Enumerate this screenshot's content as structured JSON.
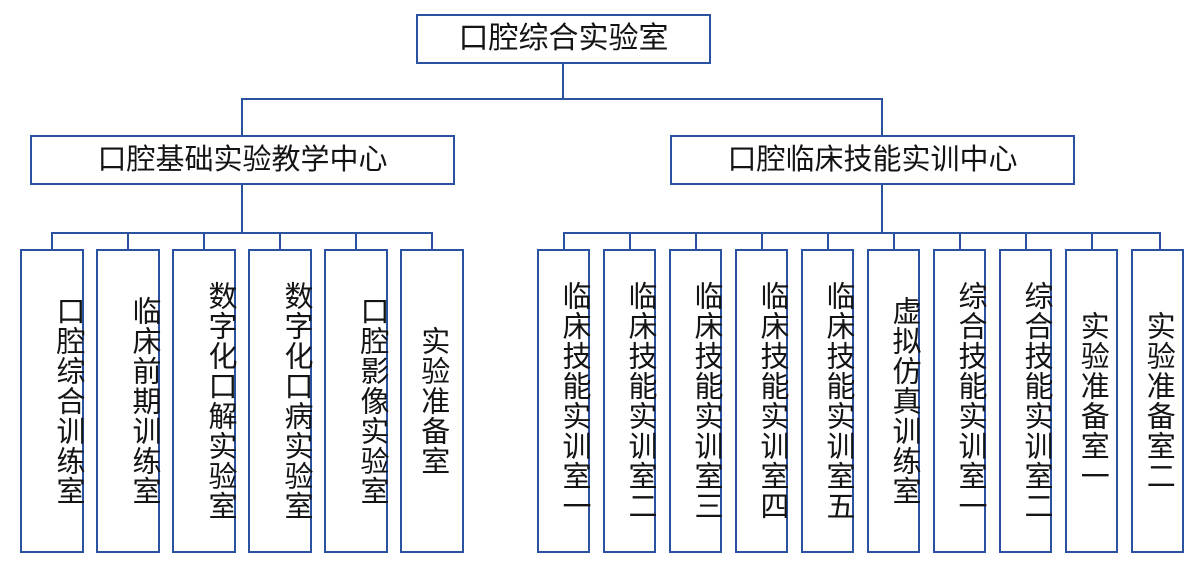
{
  "diagram": {
    "type": "organization-chart",
    "title": "口腔综合实验室",
    "accent_color": "#2a52a0",
    "background_color": "#ffffff",
    "text_color": "#141414",
    "levels": 3,
    "root": {
      "label": "口腔综合实验室"
    },
    "centers": [
      {
        "label": "口腔基础实验教学中心",
        "child_count": 6
      },
      {
        "label": "口腔临床技能实训中心",
        "child_count": 10
      }
    ],
    "basic_center_children": [
      {
        "label": "口腔综合训练室"
      },
      {
        "label": "临床前期训练室"
      },
      {
        "label": "数字化口解实验室"
      },
      {
        "label": "数字化口病实验室"
      },
      {
        "label": "口腔影像实验室"
      },
      {
        "label": "实验准备室"
      }
    ],
    "clinical_center_children": [
      {
        "label": "临床技能实训室一"
      },
      {
        "label": "临床技能实训室二"
      },
      {
        "label": "临床技能实训室三"
      },
      {
        "label": "临床技能实训室四"
      },
      {
        "label": "临床技能实训室五"
      },
      {
        "label": "虚拟仿真训练室"
      },
      {
        "label": "综合技能实训室一"
      },
      {
        "label": "综合技能实训室二"
      },
      {
        "label": "实验准备室一"
      },
      {
        "label": "实验准备室二"
      }
    ]
  }
}
